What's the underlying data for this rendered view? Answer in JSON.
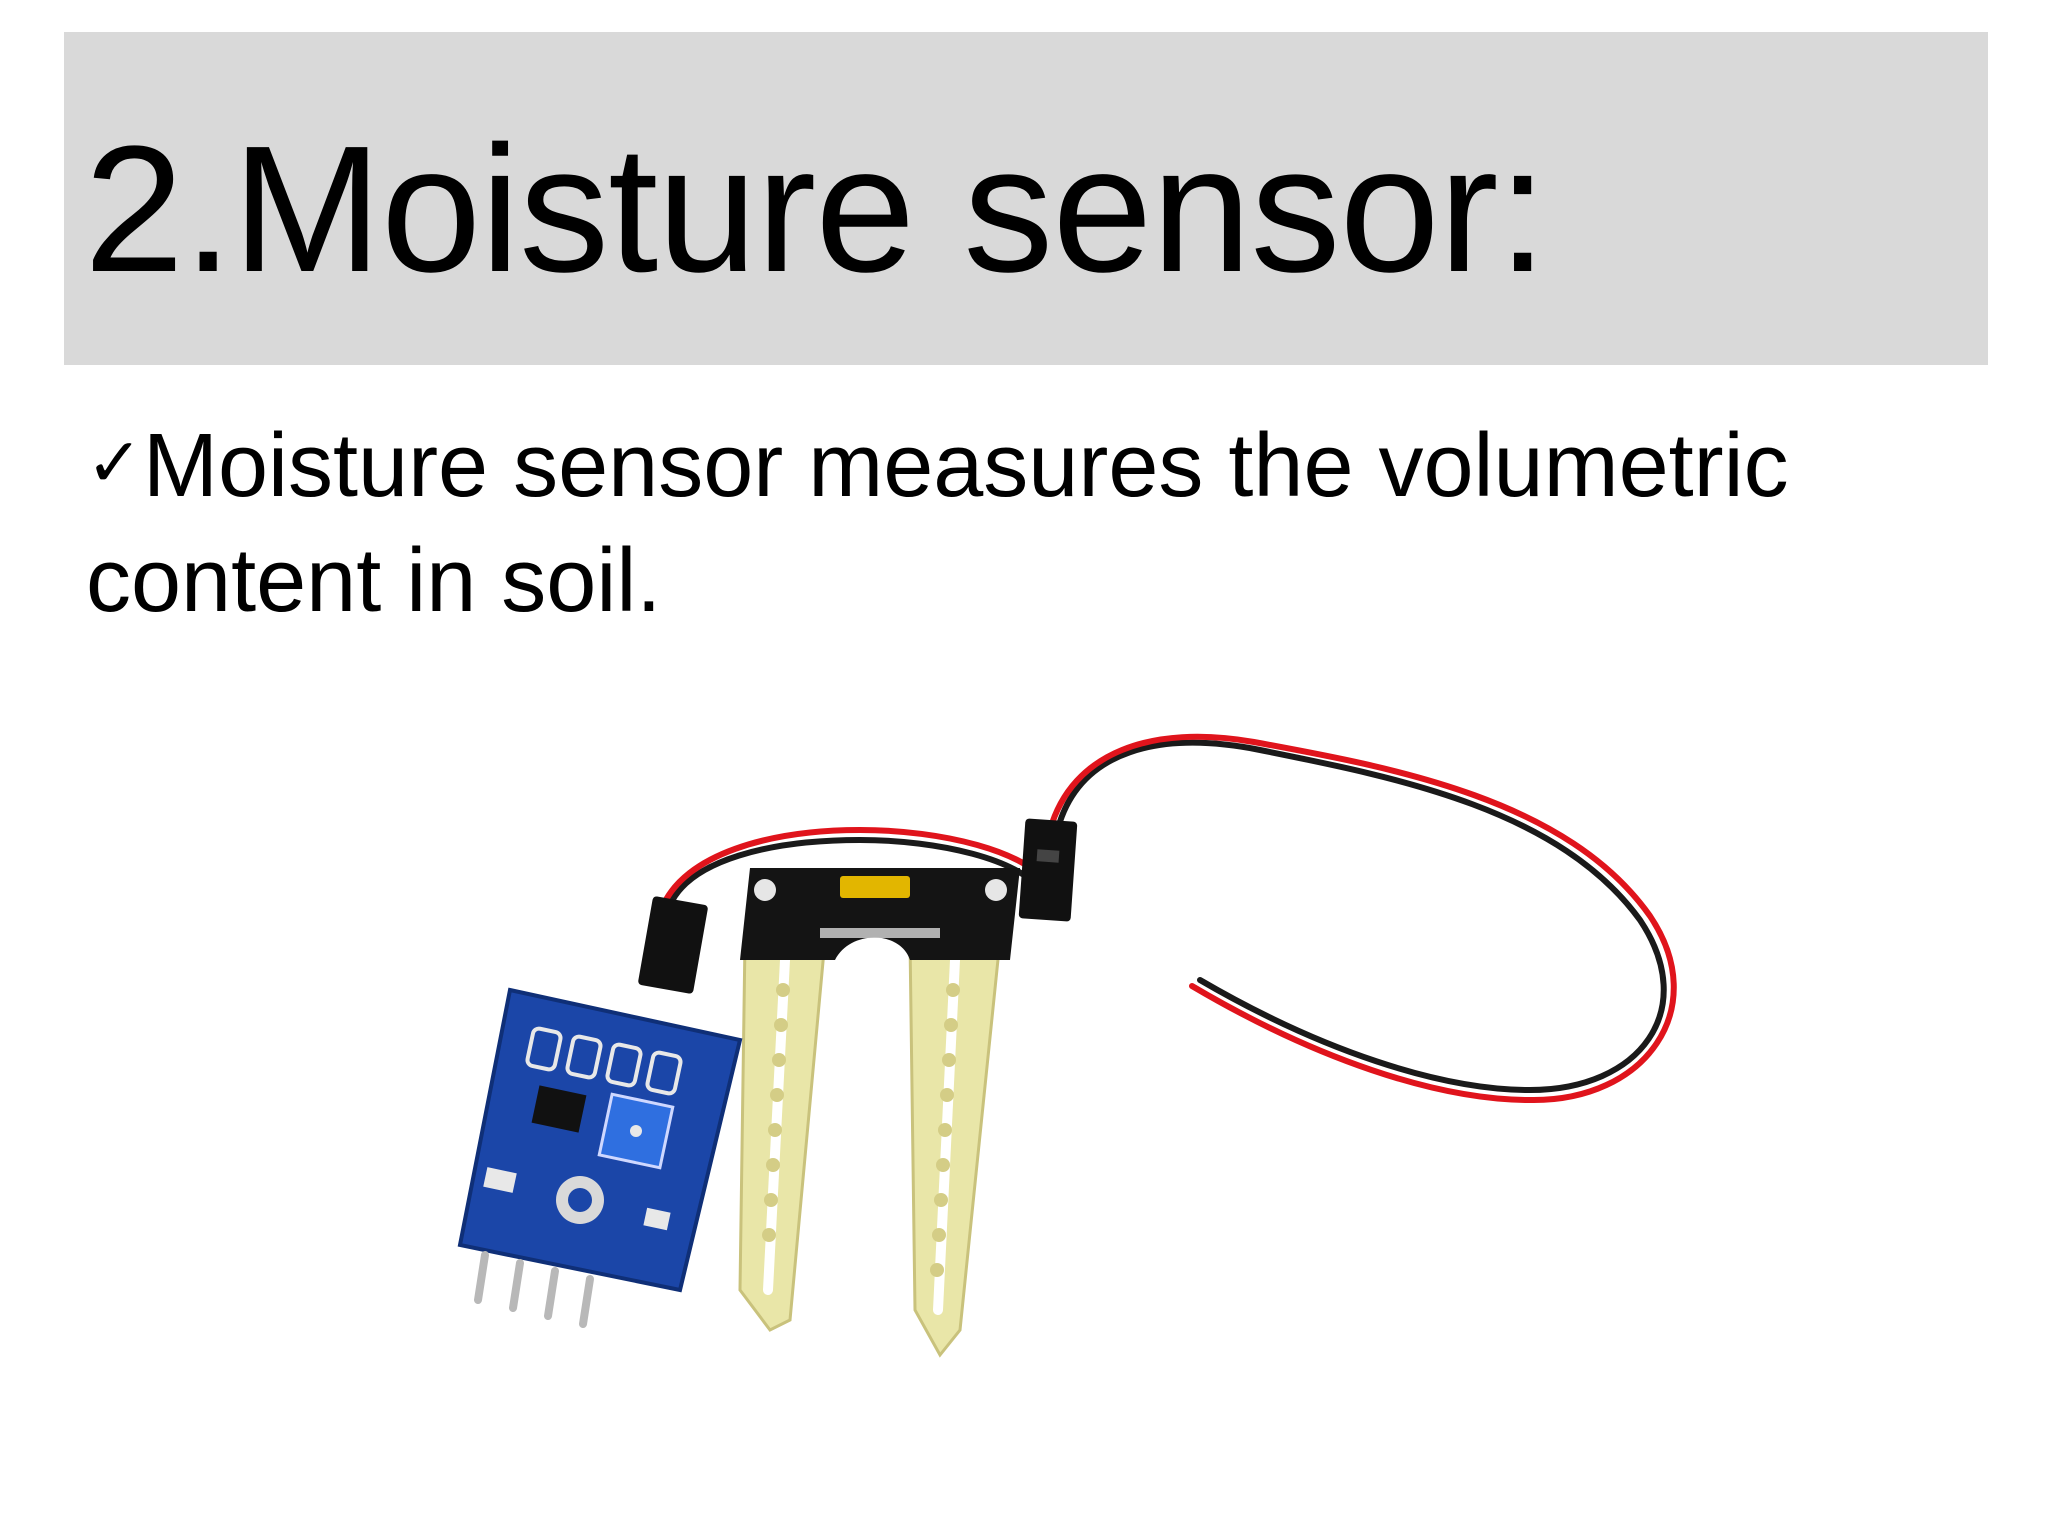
{
  "slide": {
    "title": "2.Moisture sensor:",
    "bullets": [
      {
        "marker": "✓",
        "text": "Moisture sensor measures the volumetric content in soil."
      }
    ]
  },
  "image": {
    "subject": "soil-moisture-sensor",
    "colors": {
      "title_bar": "#d9d9d9",
      "module_board": "#1b46a8",
      "probe": "#e9e6a8",
      "wire_red": "#e0141c",
      "wire_black": "#1a1a1a"
    }
  }
}
